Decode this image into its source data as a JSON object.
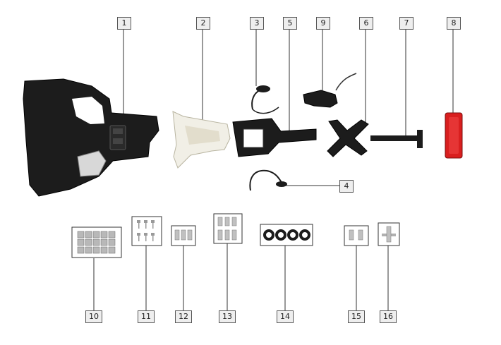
{
  "callouts": {
    "c1": "1",
    "c2": "2",
    "c3": "3",
    "c4": "4",
    "c5": "5",
    "c6": "6",
    "c7": "7",
    "c8": "8",
    "c9": "9",
    "c10": "10",
    "c11": "11",
    "c12": "12",
    "c13": "13",
    "c14": "14",
    "c15": "15",
    "c16": "16"
  },
  "colors": {
    "part_dark": "#1c1c1c",
    "part_mid": "#3a3a3a",
    "bracket_white": "#f1efe6",
    "reflector_red": "#d91f1f",
    "leader_line": "#333333",
    "hardware": "#bfbfbf"
  }
}
